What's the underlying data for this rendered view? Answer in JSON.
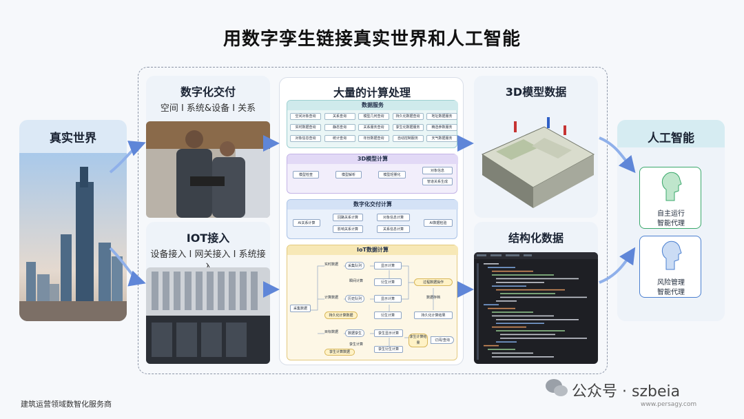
{
  "title": "用数字孪生链接真实世界和人工智能",
  "real_world": {
    "heading": "真实世界"
  },
  "digital_delivery": {
    "heading": "数字化交付",
    "subtitle": "空间 I 系统&设备 I 关系"
  },
  "iot": {
    "heading": "IOT接入",
    "subtitle": "设备接入 I 网关接入 I 系统接入"
  },
  "processing": {
    "heading": "大量的计算处理",
    "data_service": {
      "heading": "数据服务",
      "cells": [
        "空间对象查询",
        "关系查询",
        "模型几何查询",
        "持久化数据查询",
        "地址数据服务",
        "实时数据查询",
        "静态查询",
        "关系服务查询",
        "孪生化数据服务",
        "精选参数服务",
        "对象信息查询",
        "统计查询",
        "年份数据查询",
        "自动控制服务",
        "天气数据服务"
      ]
    },
    "model_3d": {
      "heading": "3D模型计算",
      "boxes": [
        "模型检查",
        "模型解析",
        "模型轻量化",
        "对象信息",
        "管道关系生成"
      ]
    },
    "delivery_calc": {
      "heading": "数字化交付计算",
      "boxes": [
        "AI关系计算",
        "回路关系计算",
        "影响关系计算",
        "对象信息计算",
        "关系信息计算",
        "AI数据检验"
      ]
    },
    "iot_calc": {
      "heading": "IoT数据计算",
      "boxes": [
        "采集数据",
        "实时数据",
        "采集队列",
        "瞬间计算",
        "计算数据",
        "历史队列",
        "持久化计算数据",
        "目标数据",
        "数据孪生",
        "孪生计算",
        "孪生计算数据",
        "显示计算",
        "衍生计算",
        "显示计算",
        "衍生计算",
        "孪生显示计算",
        "孪生衍生计算",
        "过程数据操作",
        "数据存档",
        "持久化计算结果",
        "孪生计算结果",
        "订阅/查询"
      ]
    }
  },
  "model_data": {
    "heading": "3D模型数据"
  },
  "structured_data": {
    "heading": "结构化数据"
  },
  "ai": {
    "heading": "人工智能",
    "cards": [
      {
        "line1": "自主运行",
        "line2": "智能代理",
        "color": "#3aa86b"
      },
      {
        "line1": "风险管理",
        "line2": "智能代理",
        "color": "#4a7fd0"
      }
    ]
  },
  "footer": "建筑运营领域数智化服务商",
  "watermark": {
    "text": "公众号 · szbeia",
    "site": "www.persagy.com"
  }
}
